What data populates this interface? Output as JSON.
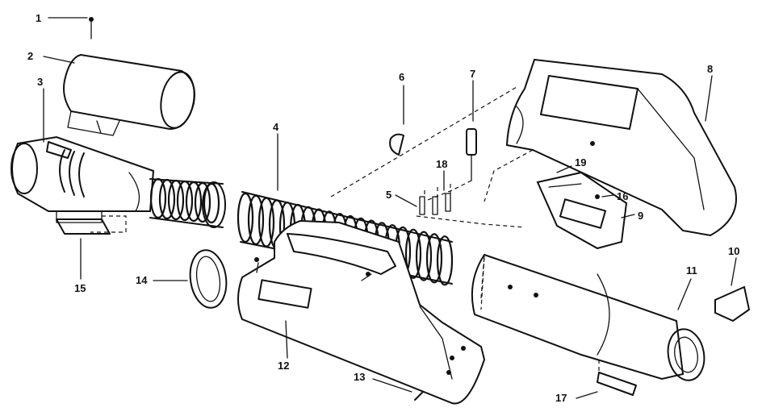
{
  "diagram": {
    "type": "exploded-parts-diagram",
    "callouts": [
      {
        "id": "c1",
        "label": "1"
      },
      {
        "id": "c2",
        "label": "2"
      },
      {
        "id": "c3",
        "label": "3"
      },
      {
        "id": "c4",
        "label": "4"
      },
      {
        "id": "c5",
        "label": "5"
      },
      {
        "id": "c6",
        "label": "6"
      },
      {
        "id": "c7",
        "label": "7"
      },
      {
        "id": "c8",
        "label": "8"
      },
      {
        "id": "c9",
        "label": "9"
      },
      {
        "id": "c10",
        "label": "10"
      },
      {
        "id": "c11",
        "label": "11"
      },
      {
        "id": "c12",
        "label": "12"
      },
      {
        "id": "c13",
        "label": "13"
      },
      {
        "id": "c14",
        "label": "14"
      },
      {
        "id": "c15",
        "label": "15"
      },
      {
        "id": "c16",
        "label": "16"
      },
      {
        "id": "c17",
        "label": "17"
      },
      {
        "id": "c18",
        "label": "18"
      },
      {
        "id": "c19",
        "label": "19"
      }
    ]
  },
  "colors": {
    "ink": "#111111",
    "paper": "#ffffff"
  }
}
